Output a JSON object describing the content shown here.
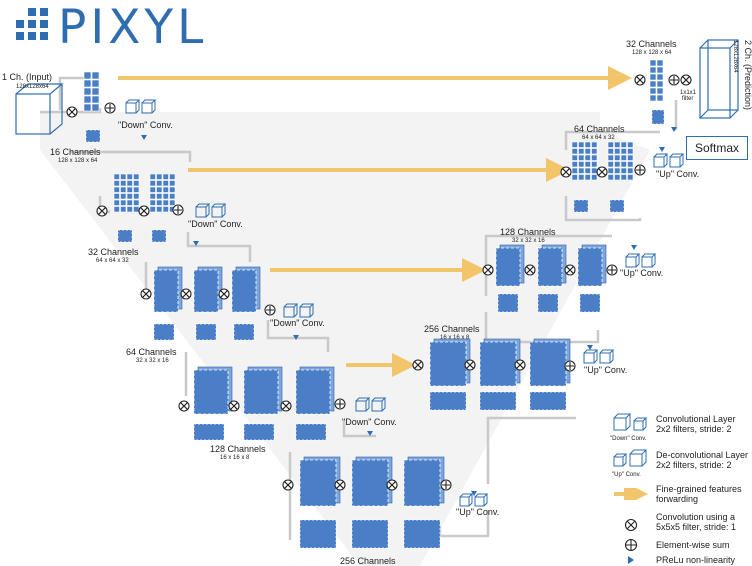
{
  "logo": {
    "text": "PIXYL"
  },
  "labels": {
    "input": "1 Ch. (Input)",
    "input_dims": "128x128x64",
    "l1": "16 Channels",
    "l1_dims": "128 x 128 x 64",
    "l2": "32 Channels",
    "l2_dims": "64 x 64 x 32",
    "l3": "64 Channels",
    "l3_dims": "32 x 32 x 16",
    "l4": "128 Channels",
    "l4_dims": "16 x 16 x 8",
    "bottom": "256 Channels",
    "r4": "256 Channels",
    "r4_dims": "16 x 16 x 8",
    "r3": "128 Channels",
    "r3_dims": "32 x 32 x 16",
    "r2": "64 Channels",
    "r2_dims": "64 x 64 x 32",
    "r1": "32 Channels",
    "r1_dims": "128 x 128 x 64",
    "down_conv": "\"Down\" Conv.",
    "up_conv": "\"Up\" Conv.",
    "output": "2 Ch. (Prediction)",
    "output_dims": "128x128x64",
    "filter": "1x1x1",
    "filter2": "filter",
    "softmax": "Softmax"
  },
  "legend": {
    "conv_title": "Convolutional Layer",
    "conv_desc": "2x2 filters, stride: 2",
    "conv_icon_label": "\"Down\" Conv.",
    "deconv_title": "De-convolutional Layer",
    "deconv_desc": "2x2 filters, stride: 2",
    "deconv_icon_label": "\"Up\" Conv.",
    "forward_1": "Fine-grained features",
    "forward_2": "forwarding",
    "conv5_1": "Convolution using a",
    "conv5_2": "5x5x5 filter, stride: 1",
    "sum": "Element-wise sum",
    "prelu": "PReLu non-linearity"
  },
  "colors": {
    "block": "#4a7fc8",
    "block_edge": "#2c5fa5",
    "forward": "#f2c56a",
    "flow": "#c9c9c9",
    "funnel": "#f3f3f3",
    "brand": "#2f6db1"
  }
}
